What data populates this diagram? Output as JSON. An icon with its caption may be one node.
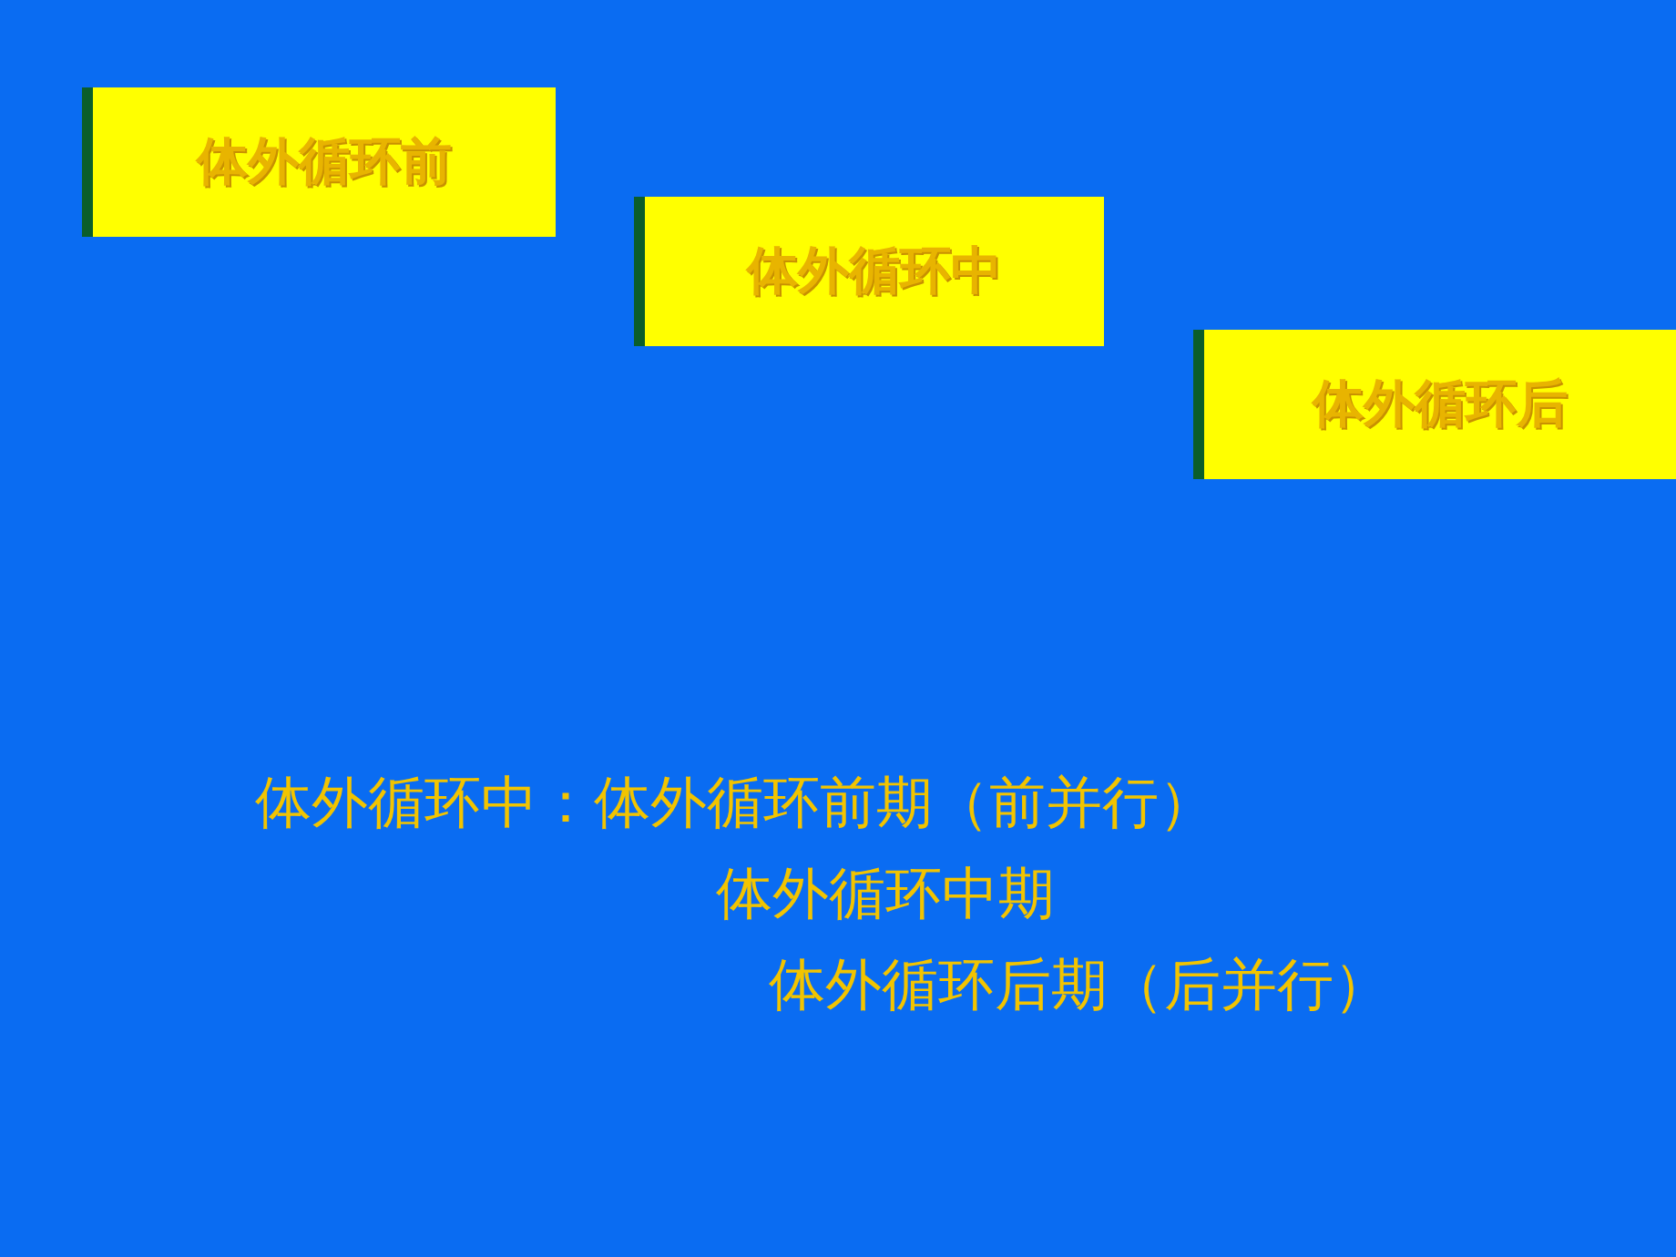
{
  "diagram": {
    "nodes": [
      {
        "text": [
          "体外循环前"
        ]
      },
      {
        "text": [
          "体外循环中"
        ]
      },
      {
        "text": [
          "体外循环后"
        ]
      }
    ],
    "labels": [
      "体外循环中：体外循环前期（前并行）",
      "体外循环中期",
      "体外循环后期（后并行）"
    ]
  }
}
